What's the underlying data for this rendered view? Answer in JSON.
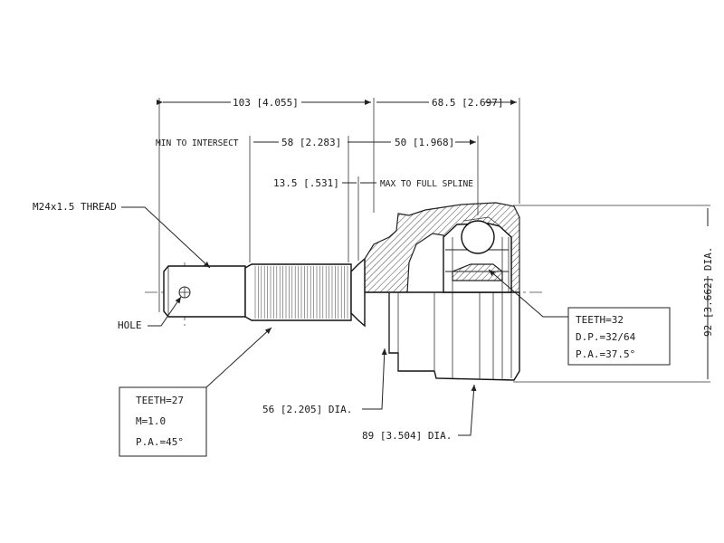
{
  "dimensions": {
    "overall_shaft": "103 [4.055]",
    "overall_housing": "68.5 [2.697]",
    "min_to_intersect_label": "MIN TO INTERSECT",
    "min_to_intersect": "58 [2.283]",
    "to_full_spline": "50 [1.968]",
    "spline_offset": "13.5 [.531]",
    "max_to_full_spline_label": "MAX TO FULL SPLINE",
    "outer_diameter": "92 [3.662] DIA.",
    "seal_diameter": "56 [2.205] DIA.",
    "housing_diameter": "89 [3.504] DIA."
  },
  "callouts": {
    "thread": "M24x1.5 THREAD",
    "hole": "HOLE"
  },
  "spline_box": {
    "teeth": "TEETH=27",
    "module": "M=1.0",
    "pressure_angle": "P.A.=45°"
  },
  "inner_spline_box": {
    "teeth": "TEETH=32",
    "diametral_pitch": "D.P.=32/64",
    "pressure_angle": "P.A.=37.5°"
  }
}
